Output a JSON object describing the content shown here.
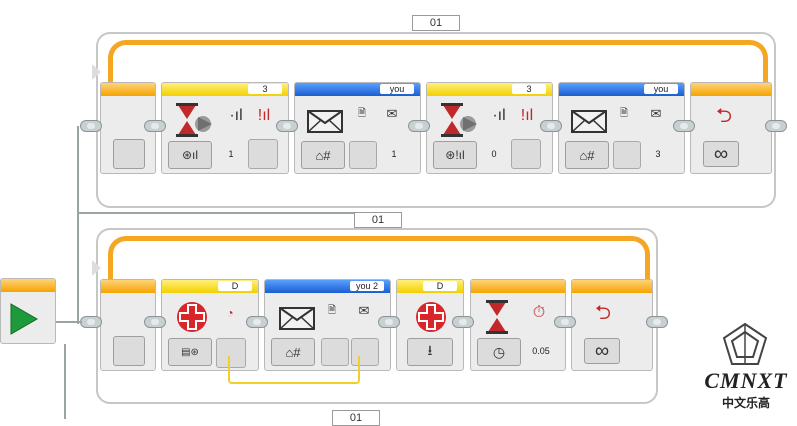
{
  "loop_top": {
    "label": "01",
    "blocks": {
      "wait_a": {
        "port": "3",
        "value": "1"
      },
      "msg_a": {
        "title": "you",
        "value": "1"
      },
      "wait_b": {
        "port": "3",
        "value": "0"
      },
      "msg_b": {
        "title": "you",
        "value": "3"
      }
    },
    "end_symbol": "∞"
  },
  "loop_bottom": {
    "label": "01",
    "blocks": {
      "motor_a": {
        "port": "D"
      },
      "msg_c": {
        "title": "you 2"
      },
      "motor_b": {
        "port": "D"
      },
      "wait_time": {
        "value": "0.05"
      }
    },
    "end_symbol": "∞"
  },
  "footer_label": "01",
  "watermark": {
    "title": "CMNXT",
    "subtitle": "中文乐高"
  }
}
